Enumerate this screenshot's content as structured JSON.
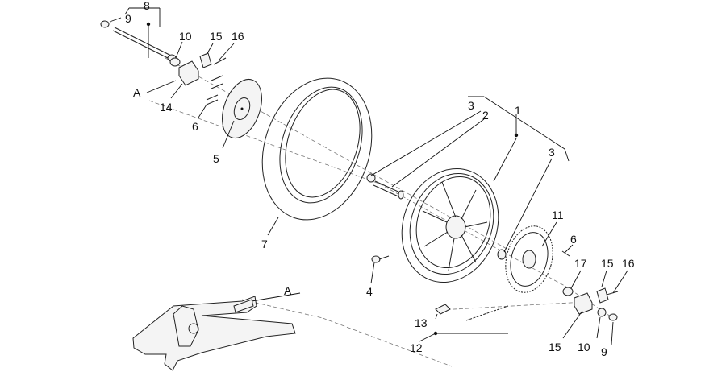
{
  "labels": {
    "p8": "8",
    "p9_top": "9",
    "p10_top": "10",
    "p15_top": "15",
    "p16_top": "16",
    "a_top": "A",
    "p14": "14",
    "p6_top": "6",
    "p5": "5",
    "p7": "7",
    "p3_upper": "3",
    "p2": "2",
    "p1": "1",
    "p3_right": "3",
    "p11": "11",
    "p6_right": "6",
    "p17": "17",
    "p15_right": "15",
    "p16_right": "16",
    "p4": "4",
    "a_bottom": "A",
    "p13": "13",
    "p12": "12",
    "p15_bottom": "15",
    "p10_bottom": "10",
    "p9_bottom": "9"
  },
  "colors": {
    "line": "#111111",
    "part_outline": "#222222",
    "background": "#ffffff"
  }
}
